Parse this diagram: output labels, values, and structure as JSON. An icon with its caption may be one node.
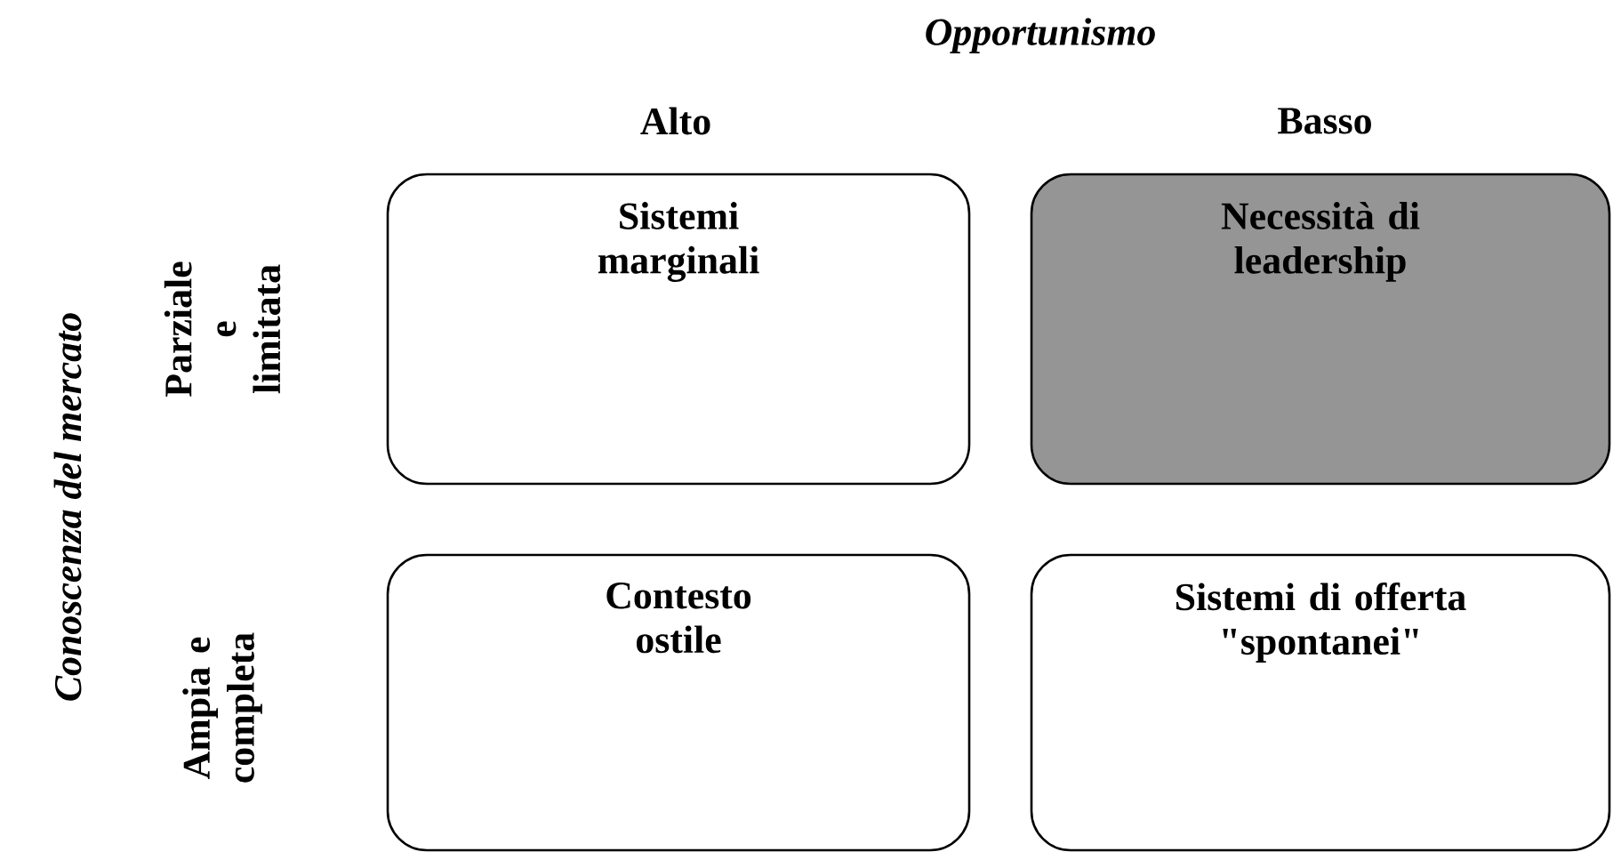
{
  "diagram": {
    "nodes": [
      {
        "text": [
          "Sistemi marginali"
        ]
      },
      {
        "text": [
          "Necessità di leadership"
        ]
      },
      {
        "text": [
          "Contesto ostile"
        ]
      },
      {
        "text": [
          "Sistemi di offerta \"spontanei\""
        ]
      }
    ],
    "labels": [
      "Opportunismo",
      "Alto",
      "Basso",
      "Conoscenza del mercato",
      "Parziale e limitata",
      "Ampia e completa"
    ]
  }
}
